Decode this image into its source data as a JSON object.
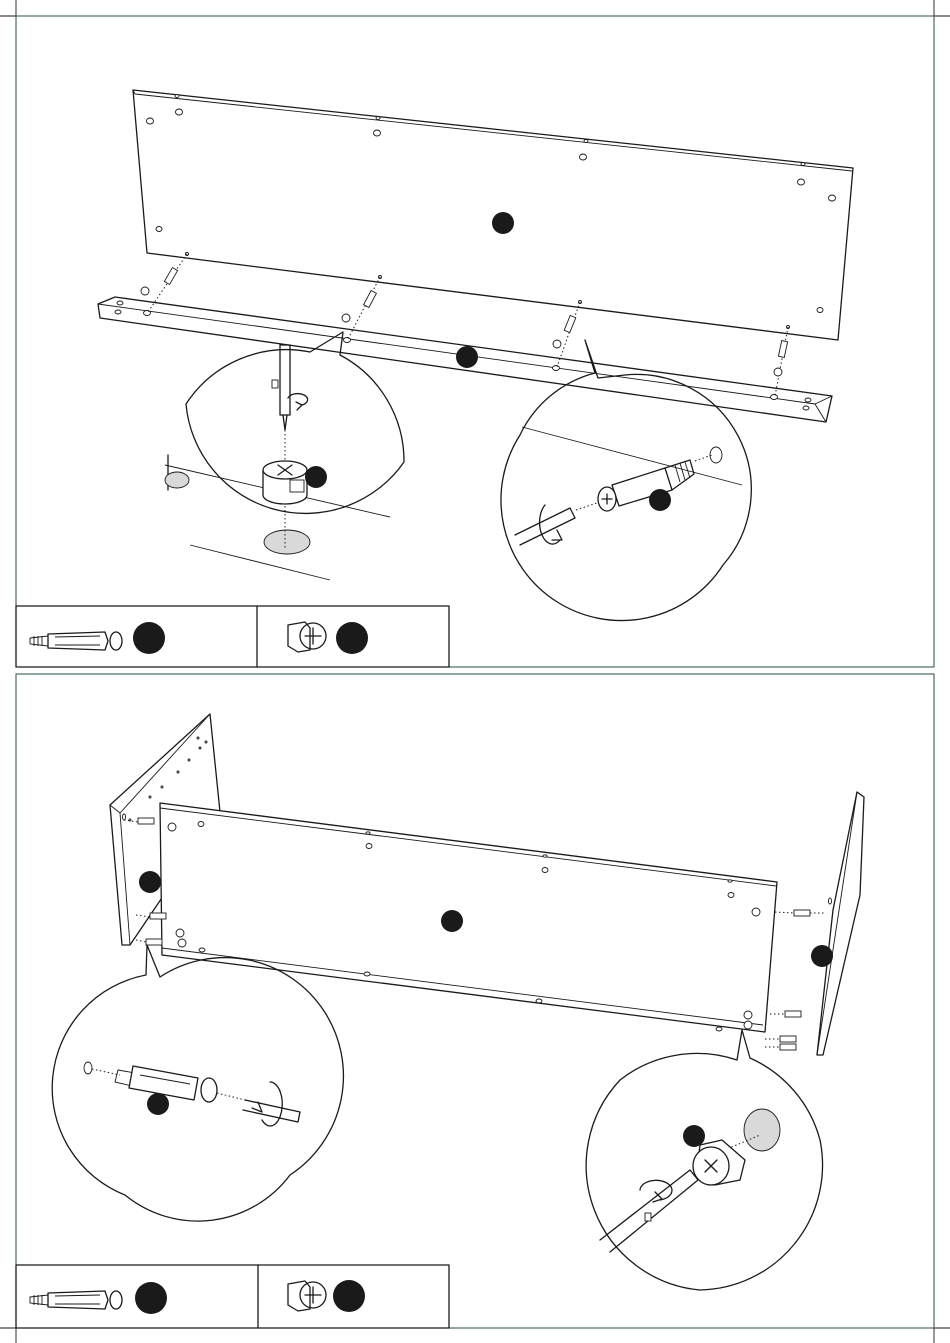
{
  "page": {
    "title": "",
    "background": "#ffffff",
    "frame_color": "#244e4a"
  },
  "step_one": {
    "parts": [
      {
        "name": "panel",
        "badge_label": ""
      },
      {
        "name": "rail",
        "badge_label": ""
      }
    ],
    "detail_cam_lock": {
      "icon": "cam-lock-icon",
      "badge_label": ""
    },
    "detail_dowel": {
      "icon": "cam-bolt-icon",
      "badge_label": ""
    },
    "legend": [
      {
        "icon": "cam-bolt-icon",
        "badge_label": ""
      },
      {
        "icon": "cam-lock-icon",
        "badge_label": ""
      }
    ]
  },
  "step_two": {
    "parts": [
      {
        "name": "left-side-panel",
        "badge_label": ""
      },
      {
        "name": "back-panel",
        "badge_label": ""
      },
      {
        "name": "right-side-panel",
        "badge_label": ""
      }
    ],
    "detail_dowel": {
      "icon": "cam-bolt-icon",
      "badge_label": ""
    },
    "detail_cam_lock": {
      "icon": "cam-lock-icon",
      "badge_label": ""
    },
    "legend": [
      {
        "icon": "cam-bolt-icon",
        "badge_label": ""
      },
      {
        "icon": "cam-lock-icon",
        "badge_label": ""
      }
    ]
  }
}
